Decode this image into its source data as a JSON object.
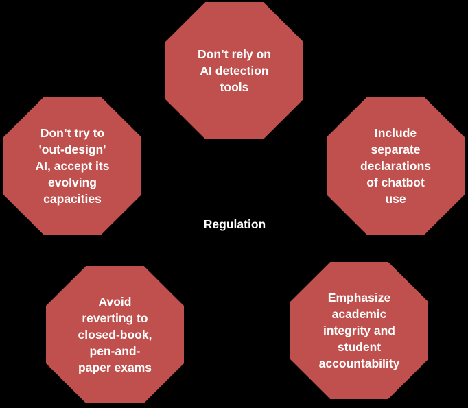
{
  "diagram": {
    "center": {
      "label": "Regulation"
    },
    "fill_color": "#C0504D",
    "text_color": "#FFFFFF",
    "nodes": [
      {
        "id": "top",
        "text": "Don’t rely on\nAI detection\ntools"
      },
      {
        "id": "right",
        "text": "Include\nseparate\ndeclarations\nof chatbot\nuse"
      },
      {
        "id": "bottom-right",
        "text": "Emphasize\nacademic\nintegrity and\nstudent\naccountability"
      },
      {
        "id": "bottom-left",
        "text": "Avoid\nreverting to\nclosed-book,\npen-and-\npaper exams"
      },
      {
        "id": "left",
        "text": "Don’t try to\n'out-design'\nAI, accept its\nevolving\ncapacities"
      }
    ]
  }
}
